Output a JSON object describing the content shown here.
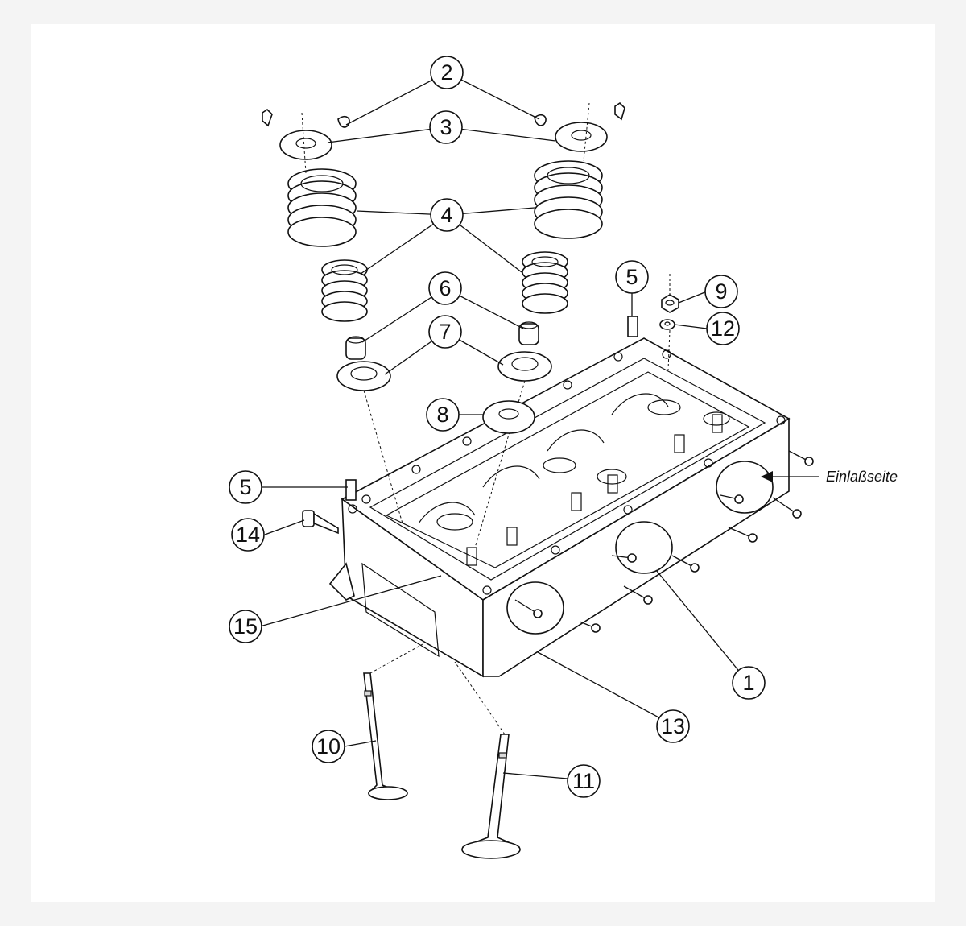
{
  "callouts": [
    {
      "id": "1",
      "label": "1"
    },
    {
      "id": "2",
      "label": "2"
    },
    {
      "id": "3",
      "label": "3"
    },
    {
      "id": "4",
      "label": "4"
    },
    {
      "id": "5a",
      "label": "5"
    },
    {
      "id": "5b",
      "label": "5"
    },
    {
      "id": "6",
      "label": "6"
    },
    {
      "id": "7",
      "label": "7"
    },
    {
      "id": "8",
      "label": "8"
    },
    {
      "id": "9",
      "label": "9"
    },
    {
      "id": "10",
      "label": "10"
    },
    {
      "id": "11",
      "label": "11"
    },
    {
      "id": "12",
      "label": "12"
    },
    {
      "id": "13",
      "label": "13"
    },
    {
      "id": "14",
      "label": "14"
    },
    {
      "id": "15",
      "label": "15"
    }
  ],
  "intake_side_label": "Einlaßseite"
}
